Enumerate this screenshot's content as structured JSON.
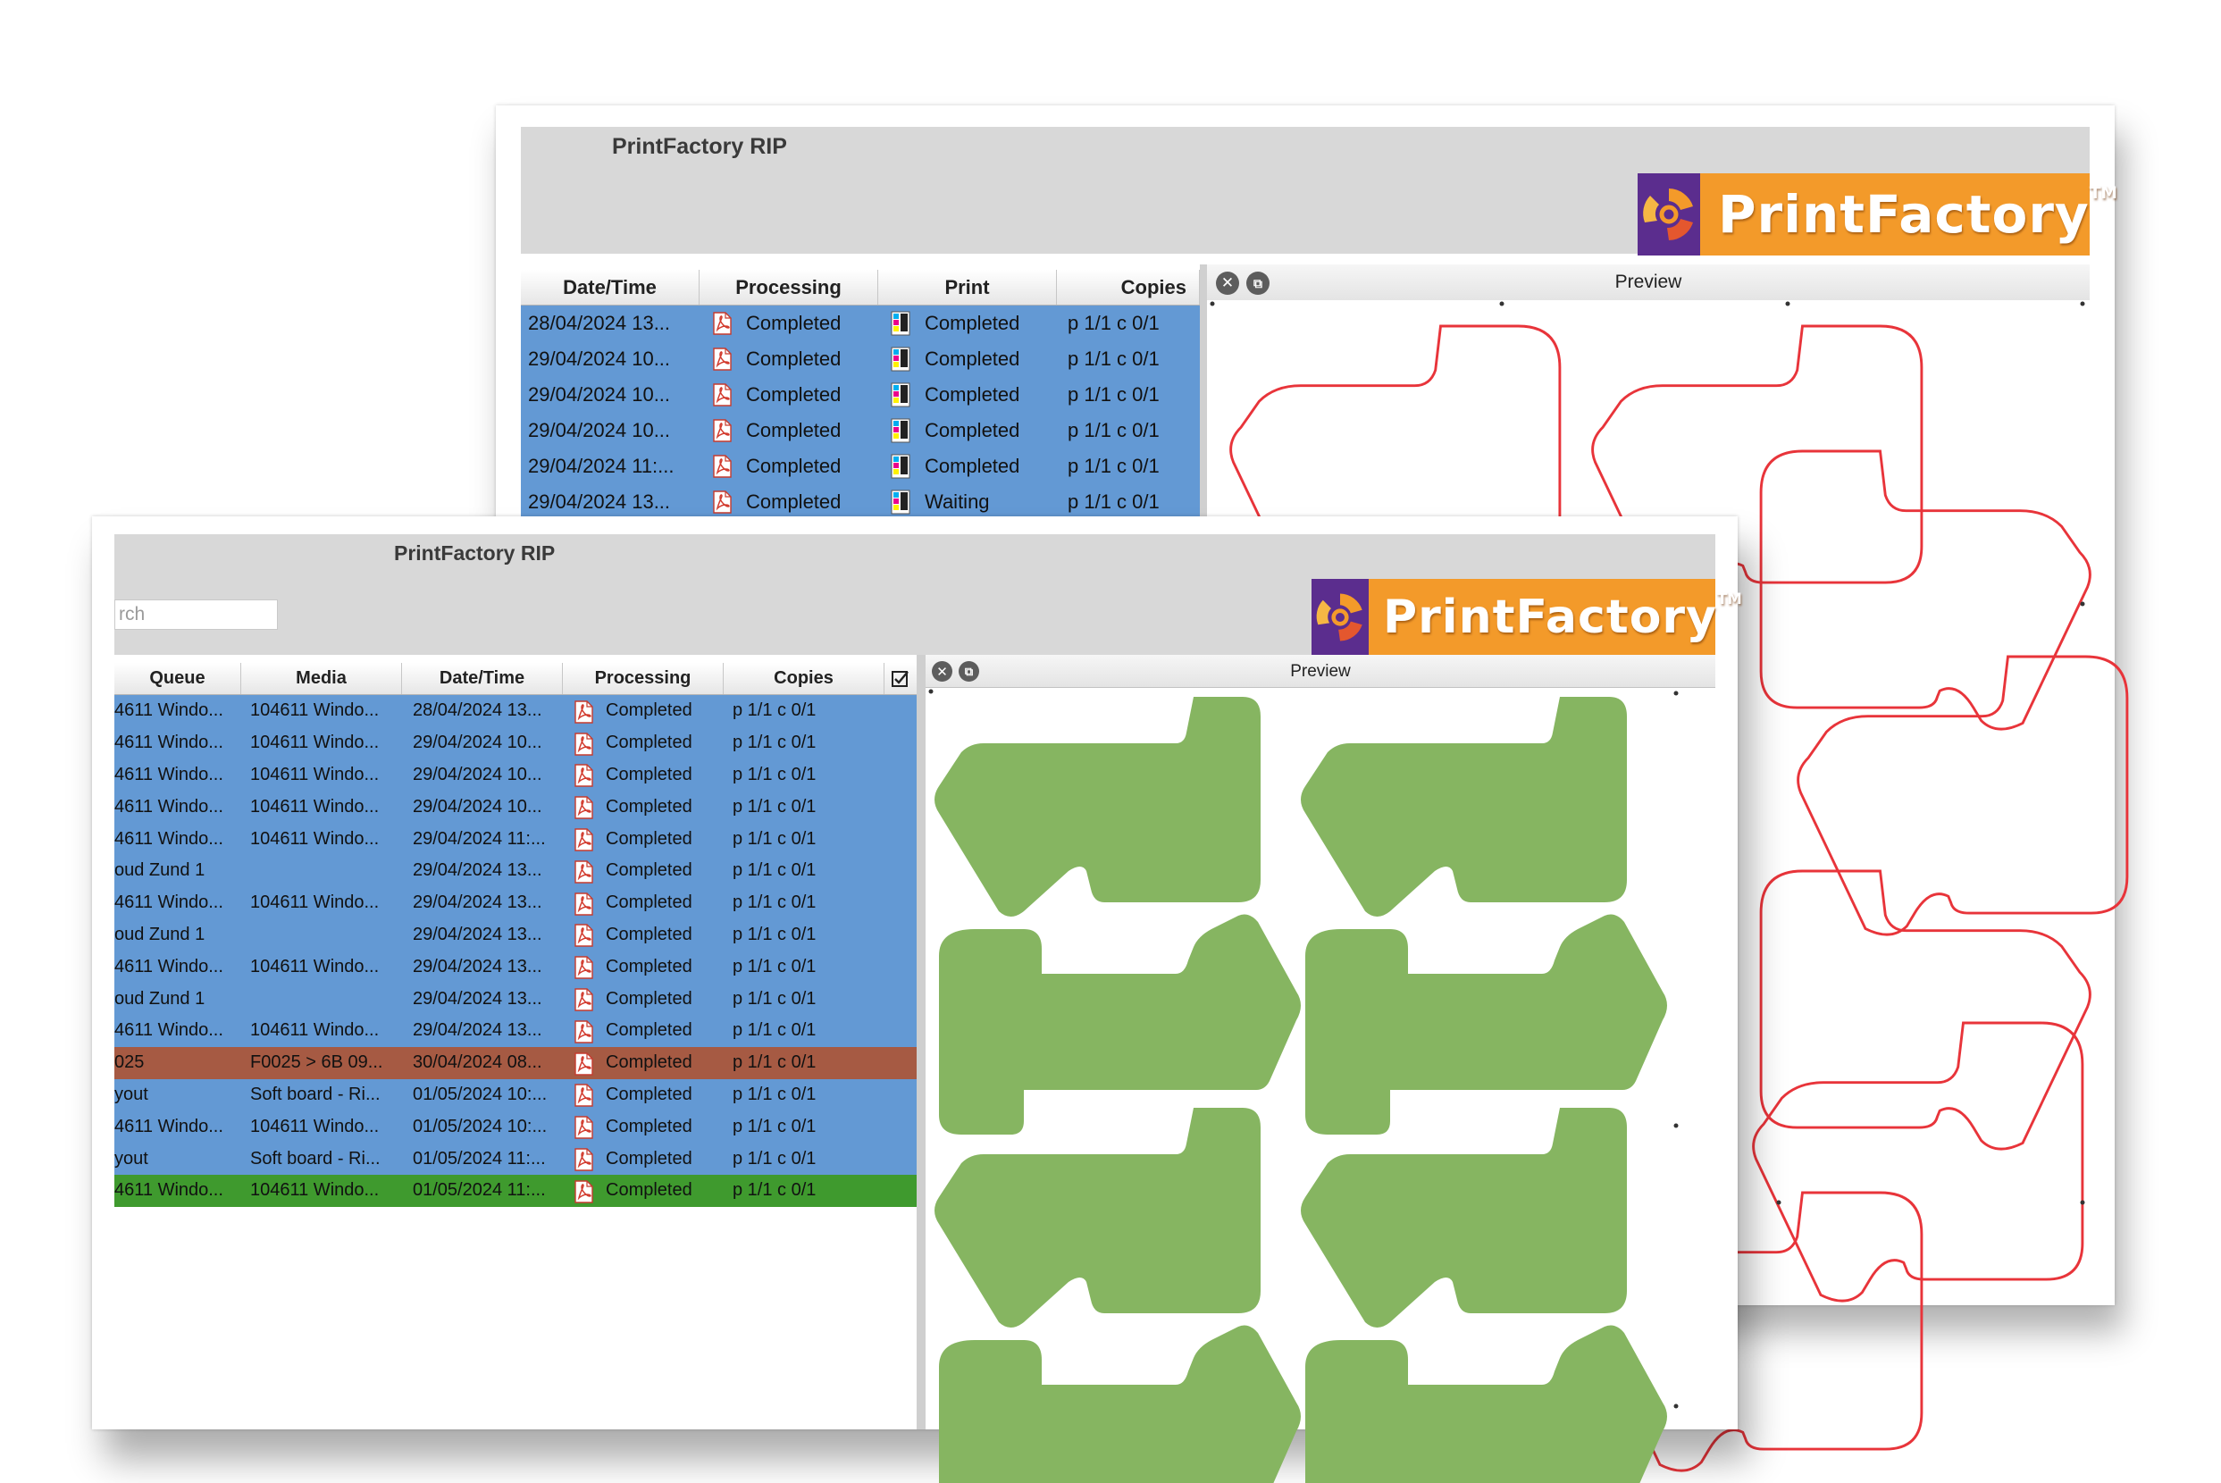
{
  "back_window": {
    "title": "PrintFactory RIP",
    "logo_text": "PrintFactory",
    "logo_tm": "TM",
    "columns": [
      "Date/Time",
      "Processing",
      "Print",
      "Copies"
    ],
    "rows": [
      {
        "datetime": "28/04/2024 13...",
        "processing": "Completed",
        "print": "Completed",
        "copies": "p 1/1 c 0/1"
      },
      {
        "datetime": "29/04/2024 10...",
        "processing": "Completed",
        "print": "Completed",
        "copies": "p 1/1 c 0/1"
      },
      {
        "datetime": "29/04/2024 10...",
        "processing": "Completed",
        "print": "Completed",
        "copies": "p 1/1 c 0/1"
      },
      {
        "datetime": "29/04/2024 10...",
        "processing": "Completed",
        "print": "Completed",
        "copies": "p 1/1 c 0/1"
      },
      {
        "datetime": "29/04/2024 11:...",
        "processing": "Completed",
        "print": "Completed",
        "copies": "p 1/1 c 0/1"
      },
      {
        "datetime": "29/04/2024 13...",
        "processing": "Completed",
        "print": "Waiting",
        "copies": "p 1/1 c 0/1"
      }
    ],
    "preview": {
      "title": "Preview",
      "outline_color": "#e8343a"
    }
  },
  "front_window": {
    "title": "PrintFactory RIP",
    "logo_text": "PrintFactory",
    "logo_tm": "TM",
    "search_text": "rch",
    "columns": [
      "Queue",
      "Media",
      "Date/Time",
      "Processing",
      "Copies"
    ],
    "rows": [
      {
        "queue": "4611 Windo...",
        "media": "104611 Windo...",
        "datetime": "28/04/2024 13...",
        "processing": "Completed",
        "copies": "p 1/1 c 0/1",
        "state": "blue"
      },
      {
        "queue": "4611 Windo...",
        "media": "104611 Windo...",
        "datetime": "29/04/2024 10...",
        "processing": "Completed",
        "copies": "p 1/1 c 0/1",
        "state": "blue"
      },
      {
        "queue": "4611 Windo...",
        "media": "104611 Windo...",
        "datetime": "29/04/2024 10...",
        "processing": "Completed",
        "copies": "p 1/1 c 0/1",
        "state": "blue"
      },
      {
        "queue": "4611 Windo...",
        "media": "104611 Windo...",
        "datetime": "29/04/2024 10...",
        "processing": "Completed",
        "copies": "p 1/1 c 0/1",
        "state": "blue"
      },
      {
        "queue": "4611 Windo...",
        "media": "104611 Windo...",
        "datetime": "29/04/2024 11:...",
        "processing": "Completed",
        "copies": "p 1/1 c 0/1",
        "state": "blue"
      },
      {
        "queue": "oud Zund 1",
        "media": "",
        "datetime": "29/04/2024 13...",
        "processing": "Completed",
        "copies": "p 1/1 c 0/1",
        "state": "blue"
      },
      {
        "queue": "4611 Windo...",
        "media": "104611 Windo...",
        "datetime": "29/04/2024 13...",
        "processing": "Completed",
        "copies": "p 1/1 c 0/1",
        "state": "blue"
      },
      {
        "queue": "oud Zund 1",
        "media": "",
        "datetime": "29/04/2024 13...",
        "processing": "Completed",
        "copies": "p 1/1 c 0/1",
        "state": "blue"
      },
      {
        "queue": "4611 Windo...",
        "media": "104611 Windo...",
        "datetime": "29/04/2024 13...",
        "processing": "Completed",
        "copies": "p 1/1 c 0/1",
        "state": "blue"
      },
      {
        "queue": "oud Zund 1",
        "media": "",
        "datetime": "29/04/2024 13...",
        "processing": "Completed",
        "copies": "p 1/1 c 0/1",
        "state": "blue"
      },
      {
        "queue": "4611 Windo...",
        "media": "104611 Windo...",
        "datetime": "29/04/2024 13...",
        "processing": "Completed",
        "copies": "p 1/1 c 0/1",
        "state": "blue"
      },
      {
        "queue": "025",
        "media": "F0025 > 6B 09...",
        "datetime": "30/04/2024 08...",
        "processing": "Completed",
        "copies": "p 1/1 c 0/1",
        "state": "red"
      },
      {
        "queue": "yout",
        "media": "Soft board - Ri...",
        "datetime": "01/05/2024 10:...",
        "processing": "Completed",
        "copies": "p 1/1 c 0/1",
        "state": "blue"
      },
      {
        "queue": "4611 Windo...",
        "media": "104611 Windo...",
        "datetime": "01/05/2024 10:...",
        "processing": "Completed",
        "copies": "p 1/1 c 0/1",
        "state": "blue"
      },
      {
        "queue": "yout",
        "media": "Soft board - Ri...",
        "datetime": "01/05/2024 11:...",
        "processing": "Completed",
        "copies": "p 1/1 c 0/1",
        "state": "blue"
      },
      {
        "queue": "4611 Windo...",
        "media": "104611 Windo...",
        "datetime": "01/05/2024 11:...",
        "processing": "Completed",
        "copies": "p 1/1 c 0/1",
        "state": "green"
      }
    ],
    "preview": {
      "title": "Preview",
      "fill_color": "#86b561"
    }
  },
  "colors": {
    "row_selected_blue": "#6399d4",
    "row_error_red": "#a65a43",
    "row_active_green": "#3f9a2e",
    "logo_orange": "#f39a2a",
    "logo_purple": "#5b2d8e"
  },
  "icons": {
    "processing": "pdf-file-icon",
    "print": "cmyk-print-icon",
    "close": "close-icon",
    "detach": "detach-window-icon",
    "column_chooser": "checkbox-icon"
  }
}
